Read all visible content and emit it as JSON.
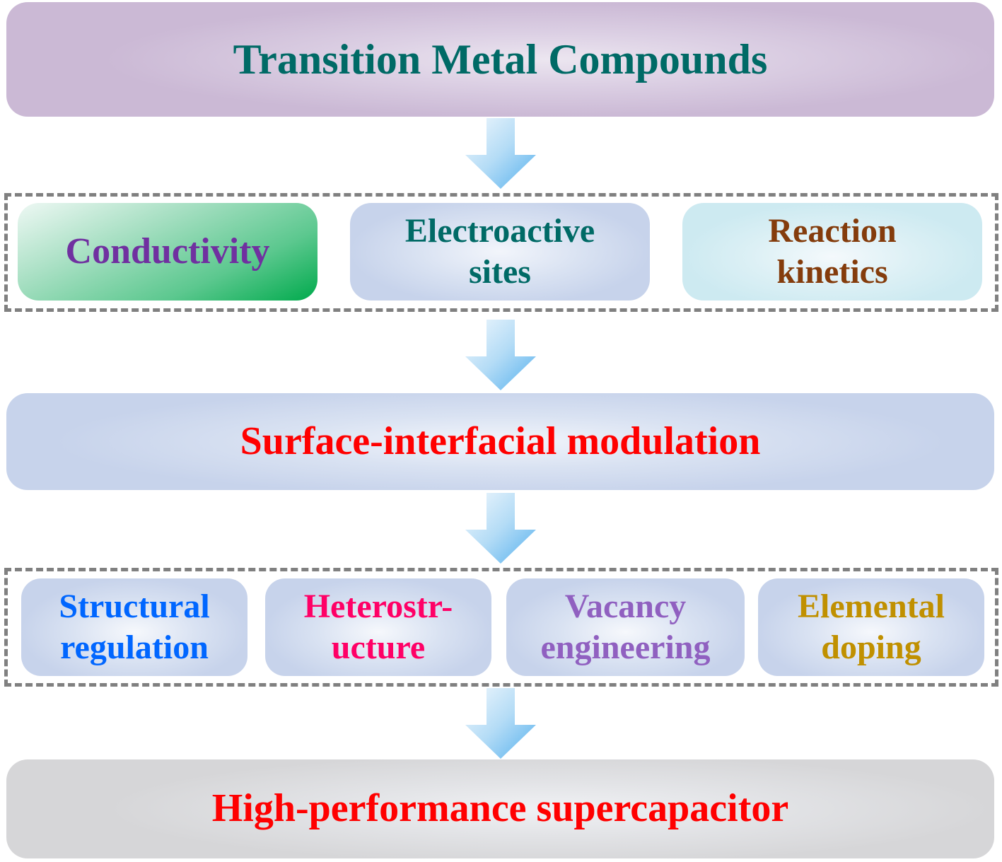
{
  "diagram": {
    "title": "Transition Metal Compounds",
    "challenges": [
      {
        "label": "Conductivity",
        "lines": [
          "Conductivity"
        ]
      },
      {
        "label": "Electroactive sites",
        "lines": [
          "Electroactive",
          "sites"
        ]
      },
      {
        "label": "Reaction kinetics",
        "lines": [
          "Reaction",
          "kinetics"
        ]
      }
    ],
    "strategy": "Surface-interfacial modulation",
    "methods": [
      {
        "label": "Structural regulation",
        "lines": [
          "Structural",
          "regulation"
        ]
      },
      {
        "label": "Heterostructure",
        "lines": [
          "Heterostr-",
          "ucture"
        ]
      },
      {
        "label": "Vacancy engineering",
        "lines": [
          "Vacancy",
          "engineering"
        ]
      },
      {
        "label": "Elemental doping",
        "lines": [
          "Elemental",
          "doping"
        ]
      }
    ],
    "outcome": "High-performance supercapacitor",
    "arrow_icon": "down-arrow-icon",
    "colors": {
      "title_text": "#006a66",
      "conductivity_text": "#7030a0",
      "electroactive_text": "#006a66",
      "kinetics_text": "#843c0c",
      "strategy_text": "#ff0000",
      "structural_text": "#0066ff",
      "hetero_text": "#ff0066",
      "vacancy_text": "#9060c0",
      "doping_text": "#c09000",
      "outcome_text": "#ff0000",
      "arrow": "#5fb6ee"
    }
  }
}
